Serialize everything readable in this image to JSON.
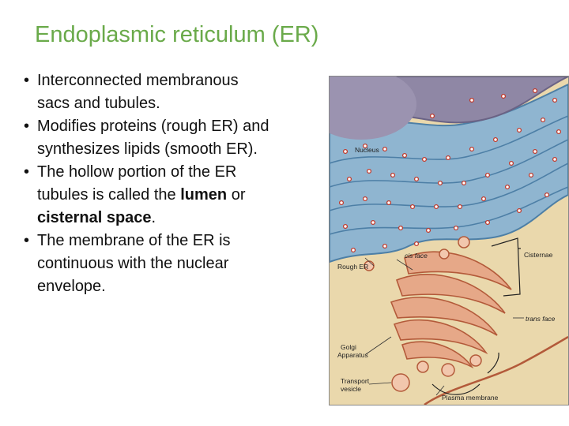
{
  "slide": {
    "title": "Endoplasmic reticulum (ER)",
    "bullets": [
      {
        "lines": [
          "Interconnected membranous",
          "sacs and tubules."
        ]
      },
      {
        "lines": [
          "Modifies proteins (rough ER) and",
          "synthesizes lipids (smooth ER)."
        ]
      },
      {
        "parts_l1": "The hollow portion of the ER",
        "l2_pre": "tubules is called the ",
        "l2_bold": "lumen",
        "l2_post": " or",
        "l3_bold": "cisternal space",
        "l3_post": "."
      },
      {
        "lines": [
          "The membrane of the ER is",
          "continuous with the nuclear",
          "envelope."
        ]
      }
    ],
    "bullet_char": "•"
  },
  "figure": {
    "labels": {
      "nucleus": "Nucleus",
      "cis_face": "cis face",
      "cisternae": "Cisternae",
      "rough_er": "Rough ER",
      "trans_face": "trans face",
      "golgi_1": "Golgi",
      "golgi_2": "Apparatus",
      "transport_1": "Transport",
      "transport_2": "vesicle",
      "plasma_membrane": "Plasma membrane"
    },
    "colors": {
      "nucleus": "#8f87a5",
      "er_fill": "#8fb5d0",
      "er_stroke": "#4d7fa6",
      "cytoplasm": "#ead8ac",
      "golgi_fill": "#e6a888",
      "golgi_stroke": "#b35a3a",
      "ribosome": "#c0392b",
      "title_green": "#6aaa4a"
    }
  }
}
